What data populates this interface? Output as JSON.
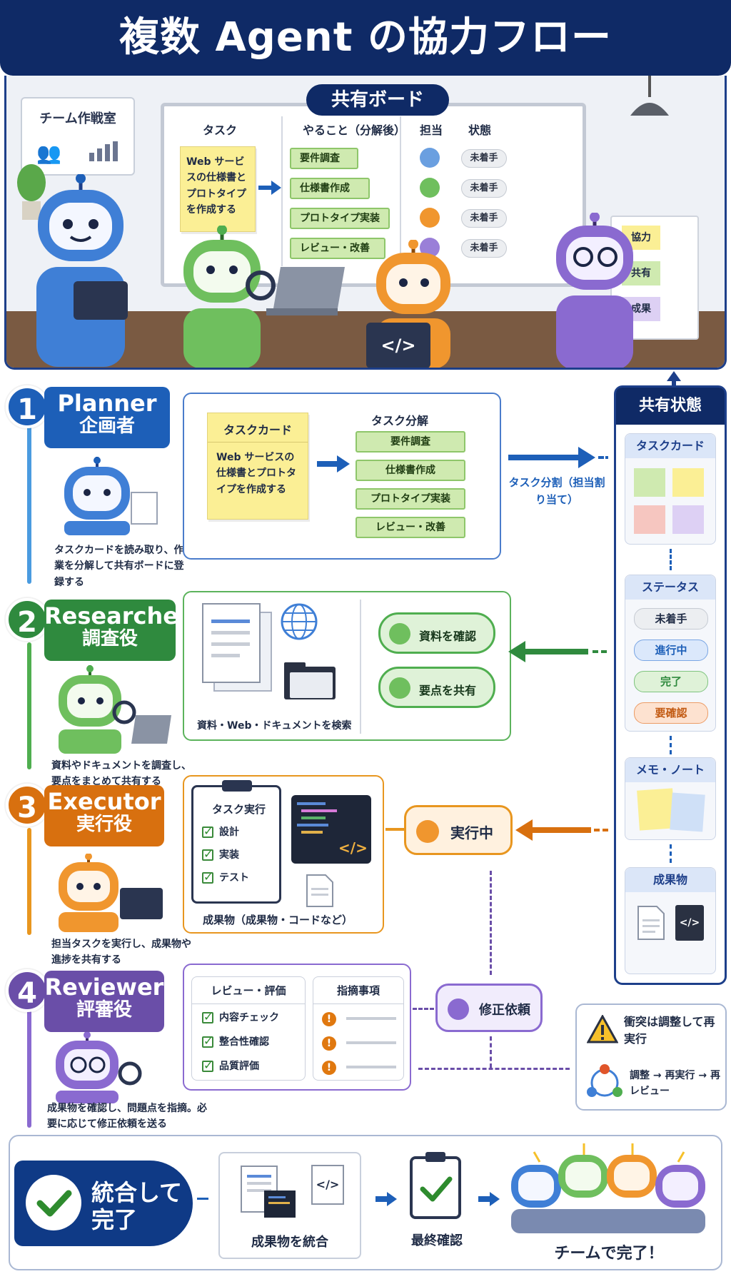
{
  "title": "複数 Agent の協力フロー",
  "scene": {
    "board_title": "共有ボード",
    "team_room": "チーム作戦室",
    "columns": {
      "task": "タスク",
      "todo": "やること（分解後）",
      "owner": "担当",
      "status": "状態"
    },
    "task_card": "Web サービスの仕様書とプロトタイプを作成する",
    "todo_items": [
      "要件調査",
      "仕様書作成",
      "プロトタイプ実装",
      "レビュー・改善"
    ],
    "status_items": [
      "未着手",
      "未着手",
      "未着手",
      "未着手"
    ],
    "wall_notes": [
      "協力",
      "共有",
      "成果"
    ],
    "code_glyph": "</>"
  },
  "steps": [
    {
      "num": "1",
      "en": "Planner",
      "ja": "企画者",
      "desc": "タスクカードを読み取り、作業を分解して共有ボードに登録する",
      "color": "#1d5fb8"
    },
    {
      "num": "2",
      "en": "Researcher",
      "ja": "調査役",
      "desc": "資料やドキュメントを調査し、要点をまとめて共有する",
      "color": "#2f8a3e"
    },
    {
      "num": "3",
      "en": "Executor",
      "ja": "実行役",
      "desc": "担当タスクを実行し、成果物や進捗を共有する",
      "color": "#d8700f"
    },
    {
      "num": "4",
      "en": "Reviewer",
      "ja": "評審役",
      "desc": "成果物を確認し、問題点を指摘。必要に応じて修正依頼を送る",
      "color": "#6a4ea8"
    }
  ],
  "planner_panel": {
    "card_title": "タスクカード",
    "card_body": "Web サービスの仕様書とプロトタイプを作成する",
    "split_title": "タスク分解",
    "items": [
      "要件調査",
      "仕様書作成",
      "プロトタイプ実装",
      "レビュー・改善"
    ],
    "arrow_label": "タスク分割（担当割り当て）"
  },
  "researcher_panel": {
    "caption": "資料・Web・ドキュメントを検索",
    "pills": [
      "資料を確認",
      "要点を共有"
    ]
  },
  "executor_panel": {
    "clip_title": "タスク実行",
    "checks": [
      "設計",
      "実装",
      "テスト"
    ],
    "caption": "成果物（成果物・コードなど）",
    "running": "実行中",
    "code": "</>"
  },
  "reviewer_panel": {
    "left_title": "レビュー・評価",
    "checks": [
      "内容チェック",
      "整合性確認",
      "品質評価"
    ],
    "right_title": "指摘事項",
    "request": "修正依頼"
  },
  "conflict": {
    "title": "衝突は調整して再実行",
    "cycle": "調整 → 再実行 → 再レビュー",
    "warn": "!"
  },
  "shared_state": {
    "title": "共有状態",
    "task_card": "タスクカード",
    "status_title": "ステータス",
    "statuses": [
      "未着手",
      "進行中",
      "完了",
      "要確認"
    ],
    "memo": "メモ・ノート",
    "output": "成果物",
    "code": "</>"
  },
  "bottom": {
    "done": "統合して完了",
    "merge": "成果物を統合",
    "final": "最終確認",
    "team": "チームで完了！",
    "code": "</>"
  },
  "colors": {
    "navy": "#0f2a66",
    "blue": "#1d5fb8",
    "green": "#2f8a3e",
    "orange": "#d8700f",
    "purple": "#6a4ea8"
  }
}
